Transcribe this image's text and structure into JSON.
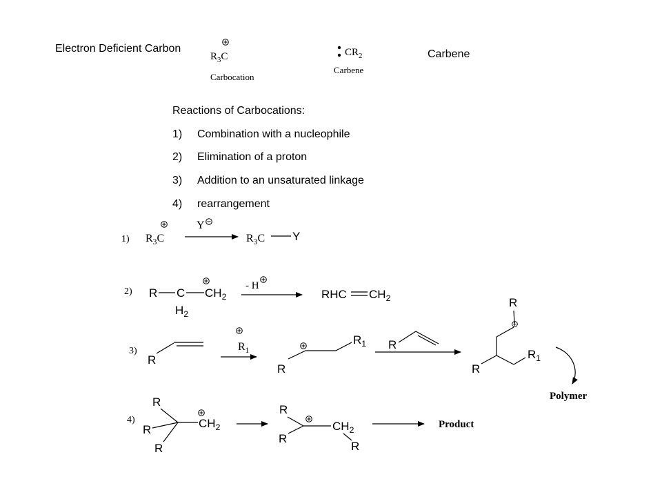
{
  "header": {
    "left_title": "Electron Deficient Carbon",
    "right_title": "Carbene",
    "carbocation": {
      "formula": "R3C",
      "caption": "Carbocation"
    },
    "carbene": {
      "formula": "CR2",
      "caption": "Carbene"
    }
  },
  "reactions": {
    "heading": "Reactions of Carbocations:",
    "items": [
      {
        "num": "1)",
        "text": "Combination with a nucleophile"
      },
      {
        "num": "2)",
        "text": "Elimination of a proton"
      },
      {
        "num": "3)",
        "text": "Addition to an unsaturated linkage"
      },
      {
        "num": "4)",
        "text": "rearrangement"
      }
    ]
  },
  "schemes": {
    "s1": {
      "label": "1)",
      "reagent": "Y",
      "reactant": "R3C",
      "product_carbon": "R3C",
      "product_group": "Y"
    },
    "s2": {
      "label": "2)",
      "r": "R",
      "c": "C",
      "h2": "H2",
      "ch2": "CH2",
      "reagent": "- H",
      "product_left": "RHC",
      "product_right": "CH2"
    },
    "s3": {
      "label": "3)",
      "r": "R",
      "reagent": "R1",
      "prod_r": "R",
      "prod_r1": "R1",
      "monomer_r": "R",
      "final_r_top": "R",
      "final_r_left": "R",
      "final_r1": "R1",
      "polymer": "Polymer"
    },
    "s4": {
      "label": "4)",
      "r_top": "R",
      "r_mid": "R",
      "r_bot": "R",
      "ch2": "CH2",
      "int_r_top": "R",
      "int_r_bot": "R",
      "int_ch2": "CH2",
      "int_r": "R",
      "product": "Product"
    }
  }
}
